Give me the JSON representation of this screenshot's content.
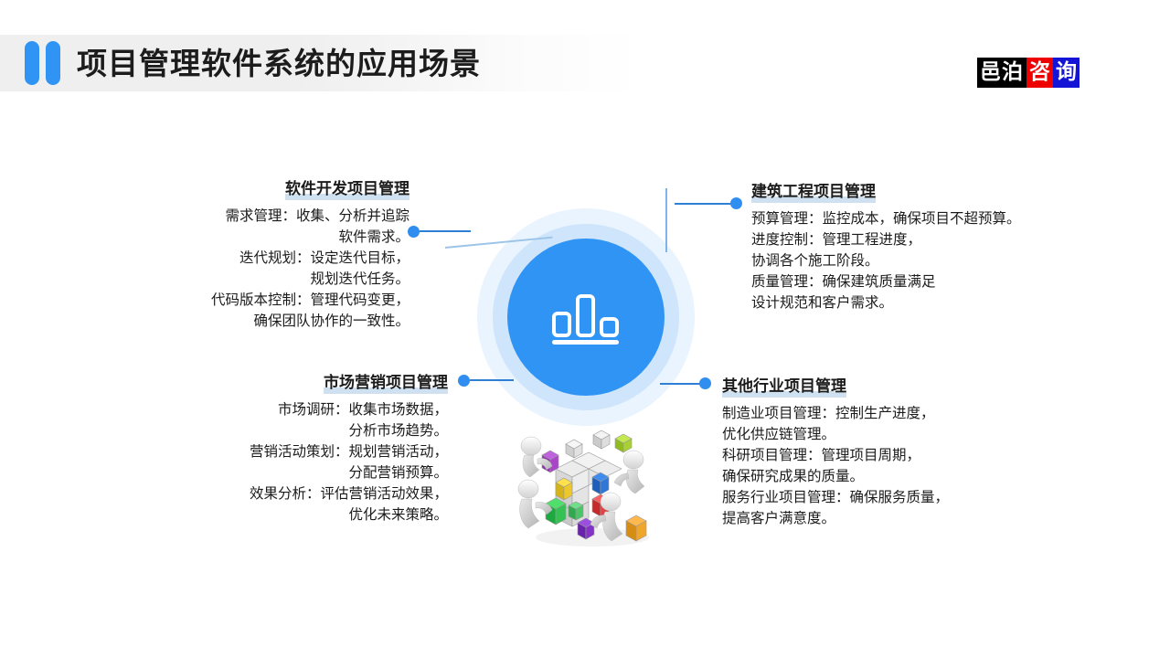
{
  "header": {
    "title": "项目管理软件系统的应用场景",
    "accent_color": "#2f94f4",
    "band_color": "#efefef"
  },
  "logo": {
    "segments": [
      {
        "text": "邑泊",
        "background": "#000000",
        "color": "#ffffff"
      },
      {
        "text": "咨",
        "background": "#ee0000",
        "color": "#ffffff"
      },
      {
        "text": "询",
        "background": "#1414d6",
        "color": "#ffffff"
      }
    ]
  },
  "center": {
    "icon_name": "bar-chart-icon",
    "core_color": "#2f94f4",
    "mid_ring_color": "#cfe5fb",
    "outer_ring_color": "#eaf4fe"
  },
  "blocks": [
    {
      "id": "software",
      "heading": "软件开发项目管理",
      "body": "需求管理：收集、分析并追踪\n软件需求。\n迭代规划：设定迭代目标，\n规划迭代任务。\n代码版本控制：管理代码变更，\n确保团队协作的一致性。"
    },
    {
      "id": "construction",
      "heading": "建筑工程项目管理",
      "body": "预算管理：监控成本，确保项目不超预算。\n进度控制：管理工程进度，\n            协调各个施工阶段。\n质量管理：确保建筑质量满足\n            设计规范和客户需求。"
    },
    {
      "id": "marketing",
      "heading": "市场营销项目管理",
      "body": "市场调研：收集市场数据，\n分析市场趋势。\n营销活动策划：规划营销活动，\n分配营销预算。\n效果分析：评估营销活动效果，\n优化未来策略。"
    },
    {
      "id": "other",
      "heading": "其他行业项目管理",
      "body": "制造业项目管理：控制生产进度，\n                优化供应链管理。\n科研项目管理：管理项目周期，\n                确保研究成果的质量。\n服务行业项目管理：确保服务质量，\n                提高客户满意度。"
    }
  ],
  "illustration": {
    "name": "teamwork-cube-illustration",
    "description": "3D white figures assembling a multicolored cube"
  },
  "connectors": {
    "dot_color": "#2f8ef0",
    "line_color": "#2f7fd4"
  }
}
